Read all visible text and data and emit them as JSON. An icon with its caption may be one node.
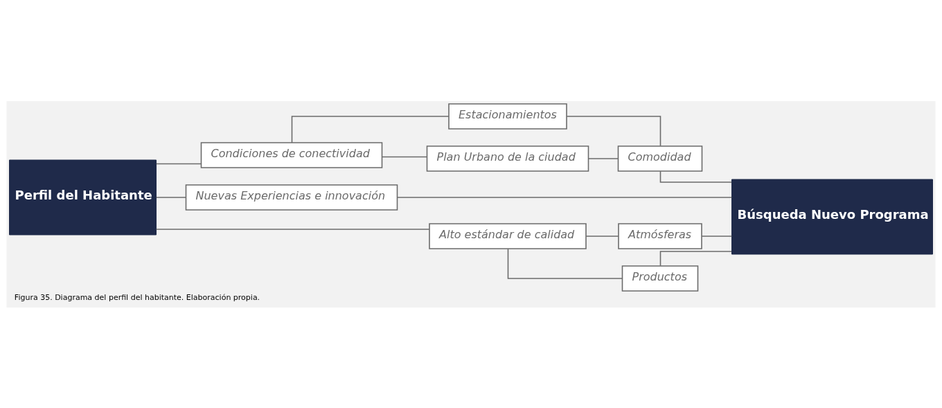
{
  "diagram": {
    "caption": "Figura 35. Diagrama del perfil del habitante. Elaboración propia.",
    "nodes": [
      {
        "text": [
          "Perfil del Habitante"
        ]
      },
      {
        "text": [
          "Condiciones de conectividad"
        ]
      },
      {
        "text": [
          "Nuevas Experiencias e innovación"
        ]
      },
      {
        "text": [
          "Alto estándar de calidad"
        ]
      },
      {
        "text": [
          "Estacionamientos"
        ]
      },
      {
        "text": [
          "Plan Urbano de la ciudad"
        ]
      },
      {
        "text": [
          "Comodidad"
        ]
      },
      {
        "text": [
          "Atmósferas"
        ]
      },
      {
        "text": [
          "Productos"
        ]
      },
      {
        "text": [
          "Búsqueda Nuevo Programa"
        ]
      }
    ],
    "edges": [
      {
        "from": 0,
        "to": 1,
        "arrow": "none"
      },
      {
        "from": 0,
        "to": 2,
        "arrow": "none"
      },
      {
        "from": 0,
        "to": 3,
        "arrow": "none"
      },
      {
        "from": 1,
        "to": 4,
        "arrow": "none"
      },
      {
        "from": 1,
        "to": 5,
        "arrow": "none"
      },
      {
        "from": 4,
        "to": 6,
        "arrow": "none"
      },
      {
        "from": 5,
        "to": 6,
        "arrow": "none"
      },
      {
        "from": 6,
        "to": 9,
        "arrow": "none"
      },
      {
        "from": 2,
        "to": 9,
        "arrow": "none"
      },
      {
        "from": 3,
        "to": 7,
        "arrow": "none"
      },
      {
        "from": 3,
        "to": 8,
        "arrow": "none"
      },
      {
        "from": 7,
        "to": 9,
        "arrow": "none"
      },
      {
        "from": 8,
        "to": 9,
        "arrow": "none"
      }
    ]
  }
}
